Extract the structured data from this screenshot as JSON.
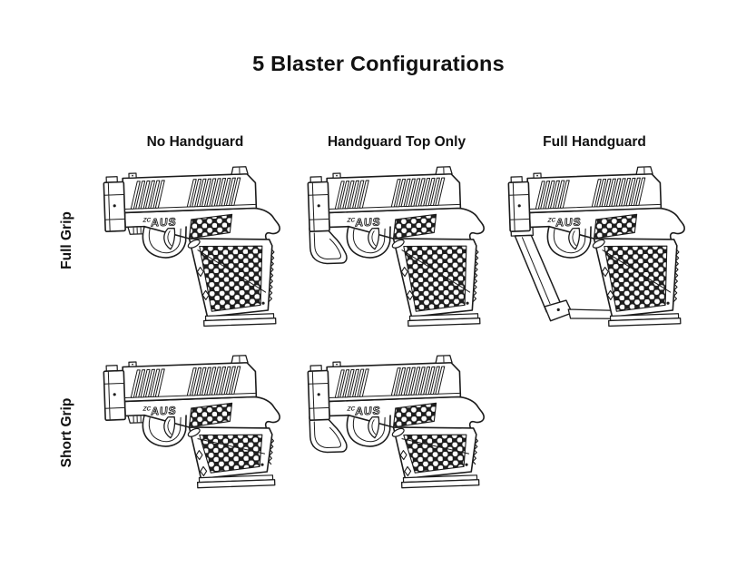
{
  "title": "5 Blaster Configurations",
  "marking": {
    "prefix": "ZC",
    "name": "AUS"
  },
  "columns": [
    {
      "label": "No Handguard"
    },
    {
      "label": "Handguard Top Only"
    },
    {
      "label": "Full Handguard"
    }
  ],
  "rows": [
    {
      "label": "Full Grip"
    },
    {
      "label": "Short Grip"
    }
  ],
  "cells": [
    {
      "name": "full-grip-no-handguard",
      "row": "Full Grip",
      "column": "No Handguard",
      "handguard": "none",
      "grip": "full"
    },
    {
      "name": "full-grip-handguard-top-only",
      "row": "Full Grip",
      "column": "Handguard Top Only",
      "handguard": "top",
      "grip": "full"
    },
    {
      "name": "full-grip-full-handguard",
      "row": "Full Grip",
      "column": "Full Handguard",
      "handguard": "full",
      "grip": "full"
    },
    {
      "name": "short-grip-no-handguard",
      "row": "Short Grip",
      "column": "No Handguard",
      "handguard": "none",
      "grip": "short"
    },
    {
      "name": "short-grip-handguard-top-only",
      "row": "Short Grip",
      "column": "Handguard Top Only",
      "handguard": "top",
      "grip": "short"
    }
  ],
  "colors": {
    "line": "#1c1c1c",
    "background": "#ffffff"
  }
}
